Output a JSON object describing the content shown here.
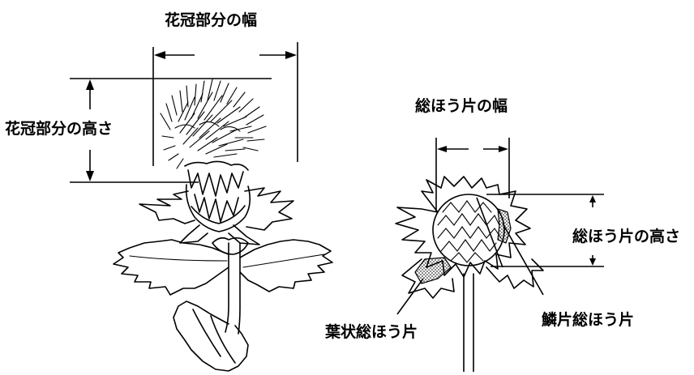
{
  "labels": {
    "corolla_width": "花冠部分の幅",
    "corolla_height": "花冠部分の高さ",
    "involucre_width": "総ほう片の幅",
    "involucre_height": "総ほう片の高さ",
    "leafy_bract": "葉状総ほう片",
    "scale_bract": "鱗片総ほう片"
  },
  "colors": {
    "ink": "#000000",
    "background": "#ffffff"
  }
}
